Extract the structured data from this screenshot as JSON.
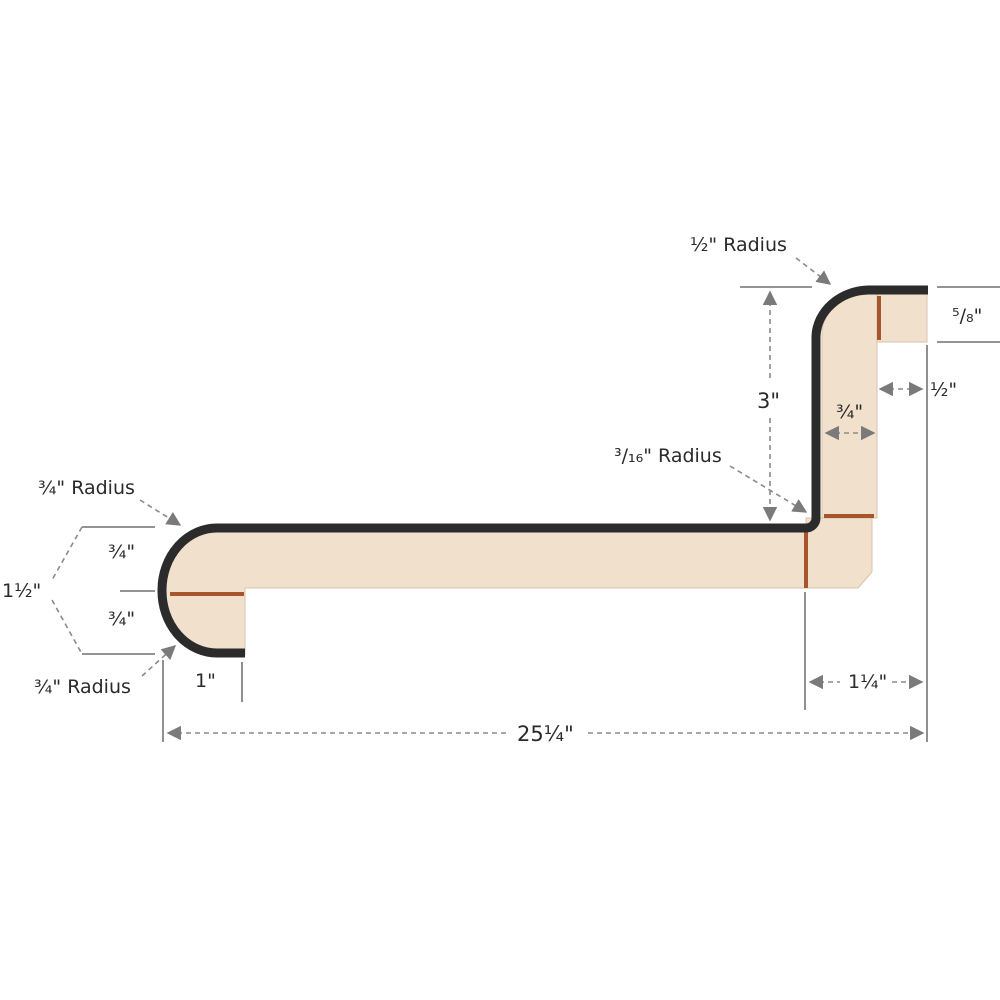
{
  "colors": {
    "substrate": "#f1e0cc",
    "laminate_edge": "#2b2b2b",
    "glue_line": "#a6552c",
    "dimension": "#8a8a8a"
  },
  "labels": {
    "half_radius": "½\" Radius",
    "five_eighths": "⁵/₈\"",
    "half_right": "½\"",
    "three": "3\"",
    "three_quarter_inner": "¾\"",
    "three_sixteenths_radius": "³/₁₆\" Radius",
    "top_left_radius": "¾\" Radius",
    "upper_three_quarter": "¾\"",
    "one_and_half": "1½\"",
    "lower_three_quarter": "¾\"",
    "bottom_left_radius": "¾\" Radius",
    "one_inch": "1\"",
    "one_and_quarter": "1¼\"",
    "overall_width": "25¼\""
  }
}
